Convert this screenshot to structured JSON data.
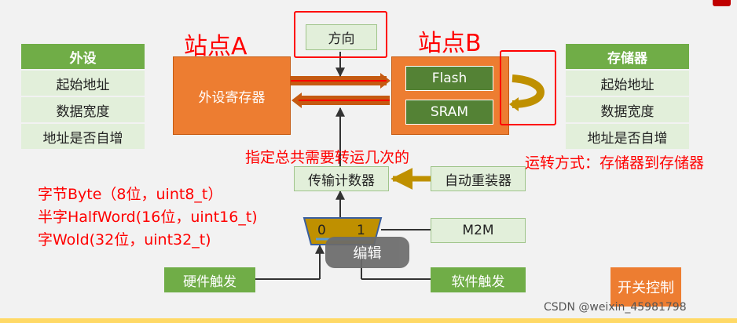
{
  "station_a": {
    "title": "站点A",
    "register": "外设寄存器"
  },
  "station_b": {
    "title": "站点B",
    "flash": "Flash",
    "sram": "SRAM"
  },
  "direction": "方向",
  "peripheral_table": {
    "header": "外设",
    "rows": [
      "起始地址",
      "数据宽度",
      "地址是否自增"
    ]
  },
  "memory_table": {
    "header": "存储器",
    "rows": [
      "起始地址",
      "数据宽度",
      "地址是否自增"
    ]
  },
  "notes": {
    "transfer_count": "指定总共需要转运几次的",
    "m2m_mode": "运转方式：存储器到存储器"
  },
  "counter": "传输计数器",
  "auto_reload": "自动重装器",
  "mux": {
    "in0": "0",
    "in1": "1"
  },
  "m2m": "M2M",
  "edit_button": "编辑",
  "hardware_trigger": "硬件触发",
  "software_trigger": "软件触发",
  "switch_control": "开关控制",
  "data_sizes": [
    "字节Byte（8位，uint8_t）",
    "半字HalfWord(16位，uint16_t)",
    "字Wold(32位，uint32_t)"
  ],
  "watermark": "CSDN @weixin_45981798",
  "colors": {
    "green_head": "#70ad47",
    "green_row": "#e2efda",
    "orange": "#ed7d31",
    "dark_green": "#548235",
    "red": "#ff0000",
    "gold": "#bf9000"
  }
}
